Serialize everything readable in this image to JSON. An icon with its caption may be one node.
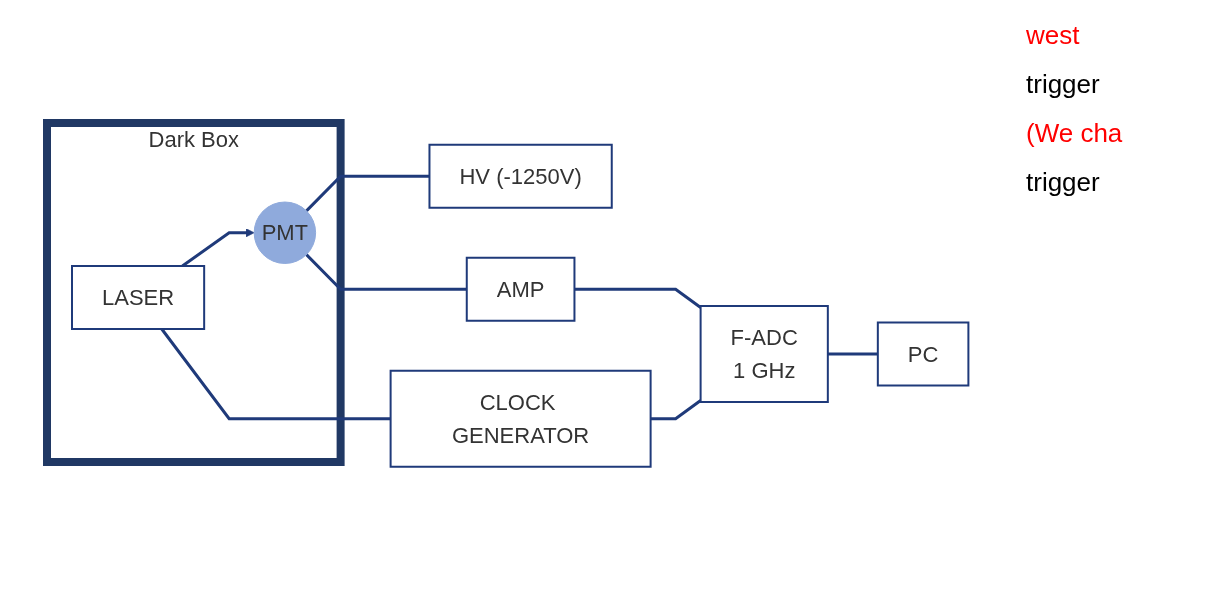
{
  "diagram": {
    "nodes": [
      {
        "text": [
          "Dark Box"
        ]
      },
      {
        "text": [
          "LASER"
        ],
        "in": 0
      },
      {
        "text": [
          "PMT"
        ],
        "in": 0
      },
      {
        "text": [
          "HV (-1250V)"
        ]
      },
      {
        "text": [
          "AMP"
        ]
      },
      {
        "text": [
          "CLOCK GENERATOR"
        ]
      },
      {
        "text": [
          "F-ADC",
          "1 GHz"
        ]
      },
      {
        "text": [
          "PC"
        ]
      }
    ],
    "edges": [
      {
        "from": 1,
        "to": 2,
        "arrow": "to"
      },
      {
        "from": 2,
        "to": 3,
        "arrow": "none"
      },
      {
        "from": 2,
        "to": 4,
        "arrow": "none"
      },
      {
        "from": 1,
        "to": 5,
        "arrow": "none"
      },
      {
        "from": 4,
        "to": 6,
        "arrow": "none"
      },
      {
        "from": 5,
        "to": 6,
        "arrow": "none"
      },
      {
        "from": 6,
        "to": 7,
        "arrow": "none"
      }
    ],
    "labels": [
      "west",
      "trigger",
      "(We cha",
      "trigger"
    ]
  }
}
